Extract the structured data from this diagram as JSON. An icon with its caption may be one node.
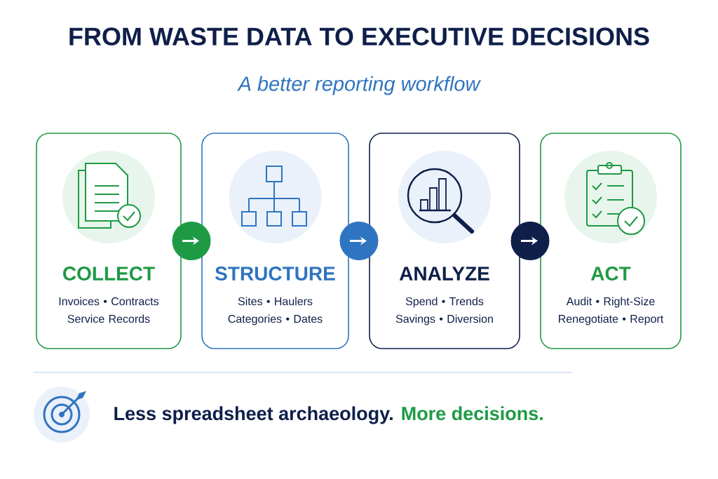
{
  "diagram": {
    "title": "FROM WASTE DATA TO EXECUTIVE DECISIONS",
    "caption": "A better reporting workflow",
    "nodes": [
      {
        "text": [
          "COLLECT",
          "Invoices • Contracts Service Records"
        ]
      },
      {
        "text": [
          "STRUCTURE",
          "Sites • Haulers Categories • Dates"
        ]
      },
      {
        "text": [
          "ANALYZE",
          "Spend • Trends Savings • Diversion"
        ]
      },
      {
        "text": [
          "ACT",
          "Audit • Right-Size Renegotiate • Report"
        ]
      }
    ],
    "edges": [
      {
        "from": 0,
        "to": 1,
        "arrow": "to"
      },
      {
        "from": 1,
        "to": 2,
        "arrow": "to"
      },
      {
        "from": 2,
        "to": 3,
        "arrow": "to"
      }
    ],
    "labels": [
      "Less spreadsheet archaeology.",
      "More decisions."
    ]
  }
}
